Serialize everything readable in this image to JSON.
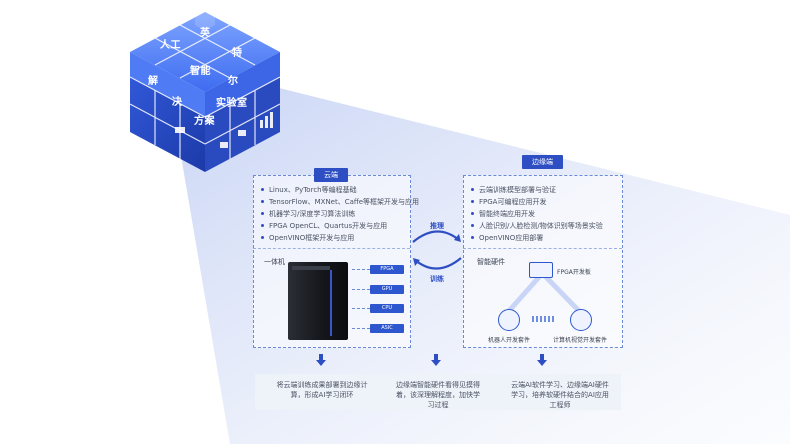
{
  "cube": {
    "labels": [
      "人工",
      "英",
      "特",
      "解",
      "智能",
      "尔",
      "决",
      "实验室",
      "方案"
    ]
  },
  "cloud_panel": {
    "title": "云端",
    "items": [
      "Linux、PyTorch等编程基础",
      "TensorFlow、MXNet、Caffe等框架开发与应用",
      "机器学习/深度学习算法训练",
      "FPGA OpenCL、Quartus开发与应用",
      "OpenVINO框架开发与应用"
    ],
    "machine_label": "一体机",
    "chips": [
      "FPGA",
      "GPU",
      "CPU",
      "ASIC"
    ]
  },
  "edge_panel": {
    "title": "边缘端",
    "items": [
      "云端训练模型部署与验证",
      "FPGA可编程应用开发",
      "智能终端应用开发",
      "人脸识别/人脸检测/物体识别等场景实验",
      "OpenVINO应用部署"
    ],
    "hardware_label": "智能硬件",
    "nodes": {
      "fpga": "FPGA开发板",
      "robot": "机器人开发套件",
      "vision": "计算机视觉开发套件"
    }
  },
  "flow": {
    "infer_label": "推理",
    "train_label": "训练"
  },
  "bottom": {
    "left": "将云端训练成果部署到边缘计算，形成AI学习闭环",
    "middle": "边缘端智能硬件看得见摸得着，该深理解程度，加快学习过程",
    "right": "云端AI软件学习、边缘端AI硬件学习，培养软硬件结合的AI应用工程师"
  },
  "colors": {
    "accent": "#2e4fc4",
    "cube": "#3e6cf0",
    "beam": "#d9e2f8"
  }
}
